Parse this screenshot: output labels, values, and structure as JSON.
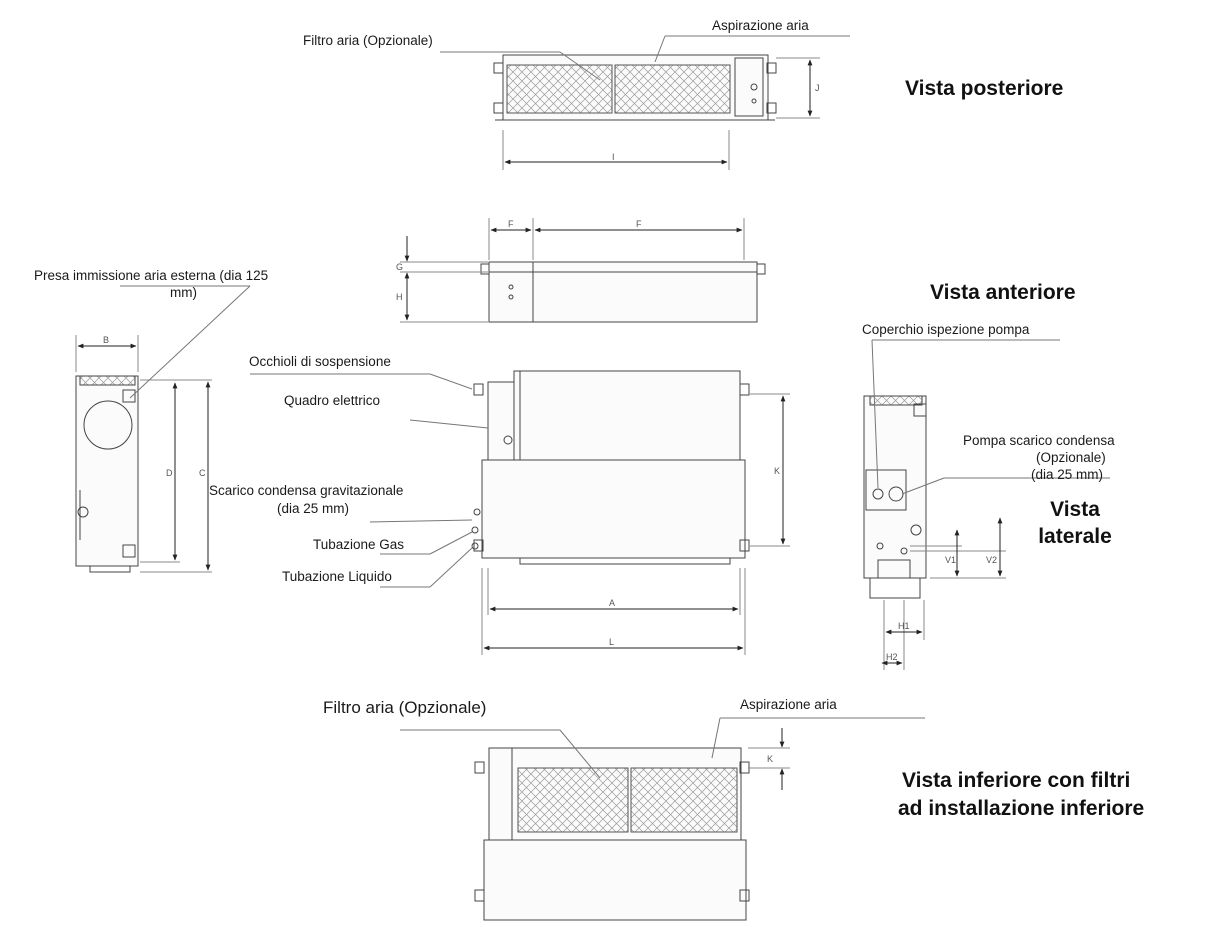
{
  "views": {
    "rear_title": "Vista posteriore",
    "front_title": "Vista anteriore",
    "side_title_1": "Vista",
    "side_title_2": "laterale",
    "bottom_title_1": "Vista inferiore con filtri",
    "bottom_title_2": "ad installazione inferiore"
  },
  "labels": {
    "filter_top": "Filtro aria (Opzionale)",
    "air_intake_top": "Aspirazione aria",
    "fresh_air_1": "Presa immissione aria esterna (dia 125",
    "fresh_air_2": "mm)",
    "hanging_eyelets": "Occhioli di sospensione",
    "electrical_panel": "Quadro elettrico",
    "gravity_drain_1": "Scarico condensa gravitazionale",
    "gravity_drain_2": "(dia 25 mm)",
    "gas_pipe": "Tubazione Gas",
    "liquid_pipe": "Tubazione Liquido",
    "pump_cover": "Coperchio ispezione pompa",
    "pump_drain_1": "Pompa scarico condensa",
    "pump_drain_2": "(Opzionale)",
    "pump_drain_3": "(dia 25 mm)",
    "filter_bottom": "Filtro aria (Opzionale)",
    "air_intake_bottom": "Aspirazione aria"
  },
  "dimensions": {
    "rear_width": "I",
    "rear_height": "J",
    "front_left": "F",
    "front_right": "F",
    "front_h1": "G",
    "front_h2": "H",
    "left_width": "B",
    "left_inner_h": "D",
    "left_outer_h": "C",
    "main_right_h": "K",
    "main_inner_w": "A",
    "main_outer_w": "L",
    "side_v1": "V1",
    "side_v2": "V2",
    "side_h1": "H1",
    "side_h2": "H2",
    "bottom_h": "K"
  }
}
